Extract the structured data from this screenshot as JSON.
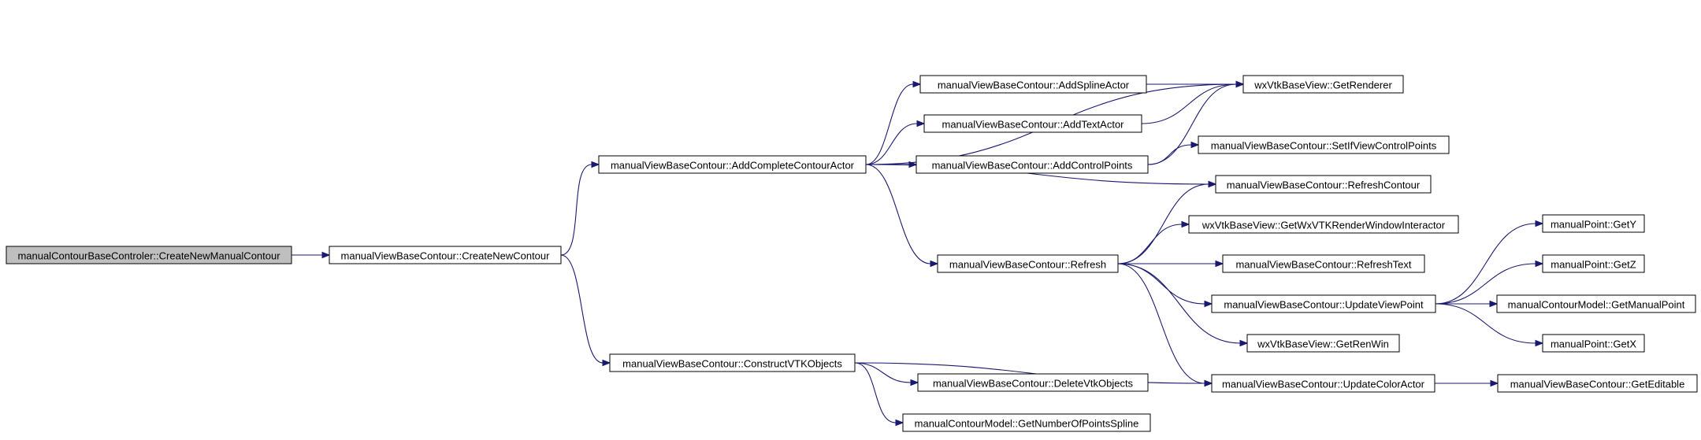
{
  "diagram": {
    "colors": {
      "edge": "#191970",
      "root_fill": "#bfbfbf",
      "node_fill": "#ffffff",
      "border": "#000000"
    },
    "nodes": [
      {
        "id": "root",
        "label": "manualContourBaseControler::CreateNewManualContour",
        "root": true
      },
      {
        "id": "cnc",
        "label": "manualViewBaseContour::CreateNewContour"
      },
      {
        "id": "acca",
        "label": "manualViewBaseContour::AddCompleteContourActor"
      },
      {
        "id": "cvtk",
        "label": "manualViewBaseContour::ConstructVTKObjects"
      },
      {
        "id": "asa",
        "label": "manualViewBaseContour::AddSplineActor"
      },
      {
        "id": "ata",
        "label": "manualViewBaseContour::AddTextActor"
      },
      {
        "id": "acp",
        "label": "manualViewBaseContour::AddControlPoints"
      },
      {
        "id": "ref",
        "label": "manualViewBaseContour::Refresh"
      },
      {
        "id": "dvtk",
        "label": "manualViewBaseContour::DeleteVtkObjects"
      },
      {
        "id": "gnps",
        "label": "manualContourModel::GetNumberOfPointsSpline"
      },
      {
        "id": "getren",
        "label": "wxVtkBaseView::GetRenderer"
      },
      {
        "id": "sivcp",
        "label": "manualViewBaseContour::SetIfViewControlPoints"
      },
      {
        "id": "rcont",
        "label": "manualViewBaseContour::RefreshContour"
      },
      {
        "id": "gwxi",
        "label": "wxVtkBaseView::GetWxVTKRenderWindowInteractor"
      },
      {
        "id": "rtext",
        "label": "manualViewBaseContour::RefreshText"
      },
      {
        "id": "uvp",
        "label": "manualViewBaseContour::UpdateViewPoint"
      },
      {
        "id": "grw",
        "label": "wxVtkBaseView::GetRenWin"
      },
      {
        "id": "uca",
        "label": "manualViewBaseContour::UpdateColorActor"
      },
      {
        "id": "gety",
        "label": "manualPoint::GetY"
      },
      {
        "id": "getz",
        "label": "manualPoint::GetZ"
      },
      {
        "id": "gmp",
        "label": "manualContourModel::GetManualPoint"
      },
      {
        "id": "getx",
        "label": "manualPoint::GetX"
      },
      {
        "id": "gedit",
        "label": "manualViewBaseContour::GetEditable"
      }
    ],
    "edges": [
      [
        "root",
        "cnc"
      ],
      [
        "cnc",
        "acca"
      ],
      [
        "cnc",
        "cvtk"
      ],
      [
        "acca",
        "asa"
      ],
      [
        "acca",
        "ata"
      ],
      [
        "acca",
        "acp"
      ],
      [
        "acca",
        "getren"
      ],
      [
        "acca",
        "rcont"
      ],
      [
        "acca",
        "ref"
      ],
      [
        "asa",
        "getren"
      ],
      [
        "ata",
        "getren"
      ],
      [
        "acp",
        "getren"
      ],
      [
        "acp",
        "sivcp"
      ],
      [
        "ref",
        "rcont"
      ],
      [
        "ref",
        "gwxi"
      ],
      [
        "ref",
        "rtext"
      ],
      [
        "ref",
        "uvp"
      ],
      [
        "ref",
        "grw"
      ],
      [
        "ref",
        "uca"
      ],
      [
        "cvtk",
        "dvtk"
      ],
      [
        "cvtk",
        "gnps"
      ],
      [
        "cvtk",
        "uca"
      ],
      [
        "uvp",
        "gety"
      ],
      [
        "uvp",
        "getz"
      ],
      [
        "uvp",
        "gmp"
      ],
      [
        "uvp",
        "getx"
      ],
      [
        "uca",
        "gedit"
      ]
    ]
  }
}
